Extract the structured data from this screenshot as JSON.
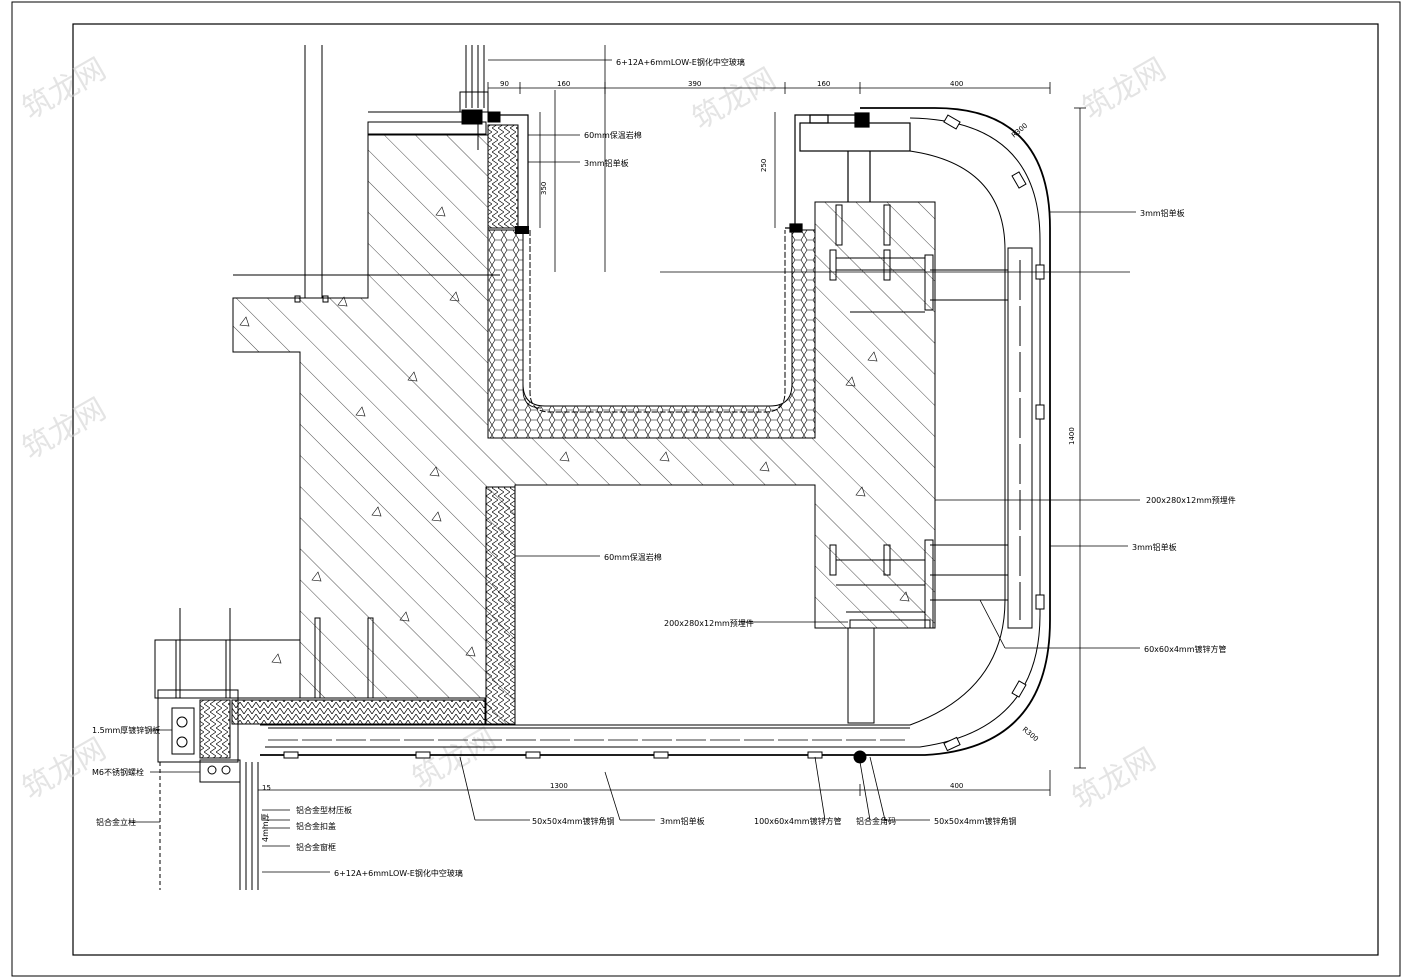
{
  "annotations": {
    "glass_top": "6+12A+6mmLOW-E钢化中空玻璃",
    "insul_60_top": "60mm保温岩棉",
    "al_3mm_a": "3mm铝单板",
    "al_3mm_right_top": "3mm铝单板",
    "plate_200_right": "200x280x12mm预埋件",
    "al_3mm_right_mid": "3mm铝单板",
    "insul_60_mid": "60mm保温岩棉",
    "plate_200_mid": "200x280x12mm预埋件",
    "tube_60_right": "60x60x4mm镀锌方管",
    "steel_1_5": "1.5mm厚镀锌钢板",
    "bolt_m6": "M6不锈钢螺栓",
    "al_column": "铝合金立柱",
    "al_profile_a": "铝合金型材压板",
    "al_profile_b": "铝合金扣盖",
    "al_frame": "铝合金窗框",
    "glass_bottom": "6+12A+6mmLOW-E钢化中空玻璃",
    "angle_50_a": "50x50x4mm镀锌角钢",
    "al_3mm_bottom": "3mm铝单板",
    "tube_100": "100x60x4mm镀锌方管",
    "al_corner": "铝合金角码",
    "angle_50_b": "50x50x4mm镀锌角钢",
    "vert_small": "4mm厚"
  },
  "dimensions": {
    "d90": "90",
    "d160a": "160",
    "d390": "390",
    "d160b": "160",
    "d400_top": "400",
    "d350": "350",
    "d250": "250",
    "r300_top": "R300",
    "d1400": "1400",
    "r300_bot": "R300",
    "d1300": "1300",
    "d400_bot": "400",
    "d15": "15"
  },
  "watermark": "筑龙网"
}
